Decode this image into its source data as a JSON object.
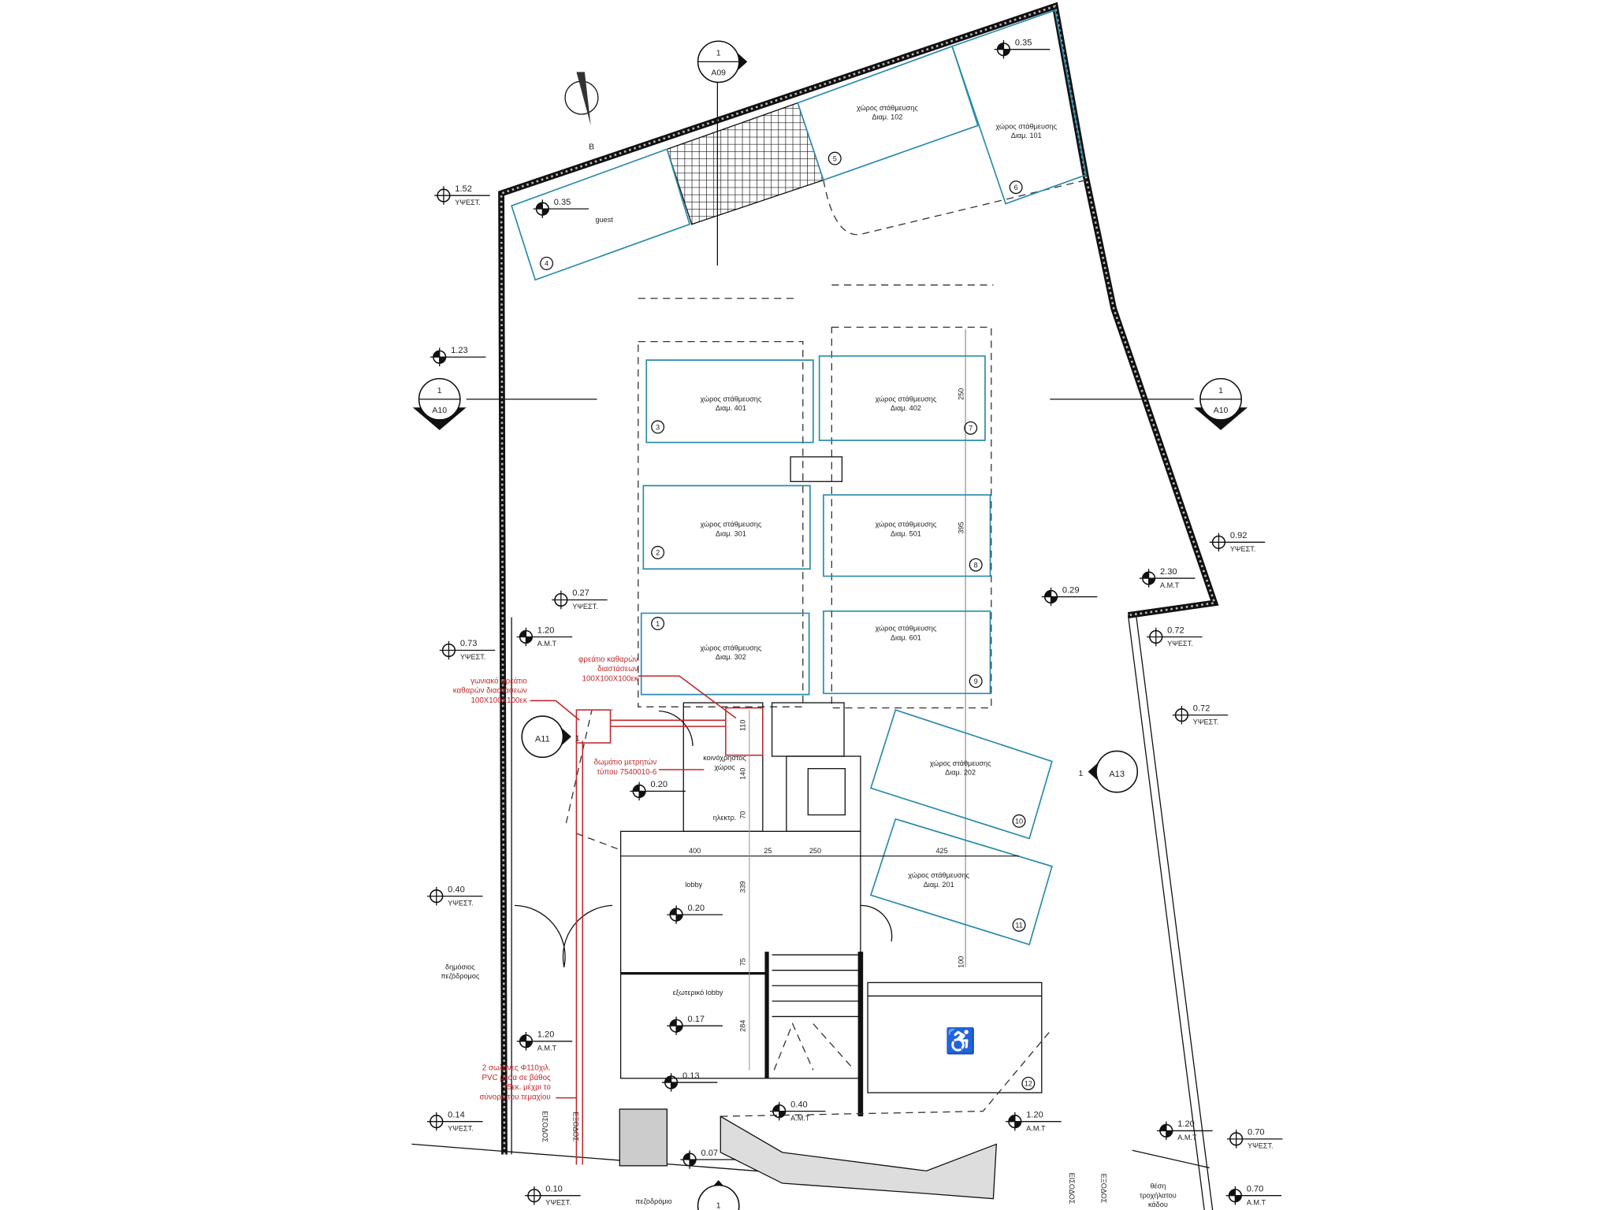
{
  "colors": {
    "parking": "#2b8cab",
    "annotation": "#c0282d",
    "wall": "#111111"
  },
  "compass": {
    "label": "Β"
  },
  "sections": [
    {
      "num": "1",
      "ref": "A09"
    },
    {
      "num": "1",
      "ref": "A10"
    },
    {
      "num": "1",
      "ref": "A10"
    },
    {
      "num": "1",
      "ref": "A11"
    },
    {
      "num": "1",
      "ref": "A13"
    },
    {
      "num": "1",
      "ref": ""
    }
  ],
  "parking": [
    {
      "line1": "guest",
      "line2": "",
      "num": "4"
    },
    {
      "line1": "χώρος στάθμευσης",
      "line2": "Διαμ. 102",
      "num": "5"
    },
    {
      "line1": "χώρος στάθμευσης",
      "line2": "Διαμ. 101",
      "num": "6"
    },
    {
      "line1": "χώρος στάθμευσης",
      "line2": "Διαμ. 401",
      "num": "3"
    },
    {
      "line1": "χώρος στάθμευσης",
      "line2": "Διαμ. 402",
      "num": "7"
    },
    {
      "line1": "χώρος στάθμευσης",
      "line2": "Διαμ. 301",
      "num": "2"
    },
    {
      "line1": "χώρος στάθμευσης",
      "line2": "Διαμ. 501",
      "num": "8"
    },
    {
      "line1": "χώρος στάθμευσης",
      "line2": "Διαμ. 302",
      "num": "1"
    },
    {
      "line1": "χώρος στάθμευσης",
      "line2": "Διαμ. 601",
      "num": "9"
    },
    {
      "line1": "χώρος στάθμευσης",
      "line2": "Διαμ. 202",
      "num": "10"
    },
    {
      "line1": "χώρος στάθμευσης",
      "line2": "Διαμ. 201",
      "num": "11"
    },
    {
      "line1": "",
      "line2": "",
      "num": "12"
    }
  ],
  "levels": [
    {
      "v": "1.52",
      "s": "ΥΨΕΣΤ."
    },
    {
      "v": "0.35",
      "s": ""
    },
    {
      "v": "0.35",
      "s": ""
    },
    {
      "v": "1.23",
      "s": ""
    },
    {
      "v": "0.27",
      "s": "ΥΨΕΣΤ."
    },
    {
      "v": "0.73",
      "s": "ΥΨΕΣΤ."
    },
    {
      "v": "1.20",
      "s": "Α.Μ.Τ"
    },
    {
      "v": "0.20",
      "s": ""
    },
    {
      "v": "0.20",
      "s": ""
    },
    {
      "v": "0.17",
      "s": ""
    },
    {
      "v": "0.13",
      "s": ""
    },
    {
      "v": "0.07",
      "s": ""
    },
    {
      "v": "0.40",
      "s": "ΥΨΕΣΤ."
    },
    {
      "v": "1.20",
      "s": "Α.Μ.Τ"
    },
    {
      "v": "0.14",
      "s": "ΥΨΕΣΤ."
    },
    {
      "v": "0.10",
      "s": "ΥΨΕΣΤ."
    },
    {
      "v": "0.40",
      "s": "Α.Μ.Τ"
    },
    {
      "v": "1.20",
      "s": "Α.Μ.Τ"
    },
    {
      "v": "1.20",
      "s": "Α.Μ.Τ"
    },
    {
      "v": "0.70",
      "s": "ΥΨΕΣΤ."
    },
    {
      "v": "0.70",
      "s": "Α.Μ.Τ"
    },
    {
      "v": "0.92",
      "s": "ΥΨΕΣΤ."
    },
    {
      "v": "2.30",
      "s": "Α.Μ.Τ"
    },
    {
      "v": "0.29",
      "s": ""
    },
    {
      "v": "0.72",
      "s": "ΥΨΕΣΤ."
    },
    {
      "v": "0.72",
      "s": "ΥΨΕΣΤ."
    }
  ],
  "rooms": {
    "lobby": "lobby",
    "outer_lobby": "εξωτερικό lobby",
    "public_walk_1": "δημόσιος",
    "public_walk_2": "πεζόδρομος",
    "sidewalk": "πεζοδρόμιο",
    "common_1": "κοινόχρηστος",
    "common_2": "χώρος",
    "electrical": "ηλεκτρ.",
    "bin_1": "θέση",
    "bin_2": "τροχήλατου",
    "bin_3": "κάδου",
    "entry": "ΕΙΣΟΔΟΣ",
    "exit": "ΕΞΟΔΟΣ"
  },
  "dimensions": [
    "400",
    "25",
    "250",
    "425",
    "339",
    "75",
    "284",
    "110",
    "140",
    "70",
    "100",
    "250",
    "395"
  ],
  "annotations": {
    "manhole": [
      "φρεάτιο καθαρών",
      "διαστάσεων",
      "100X100X100εκ"
    ],
    "corner_manhole": [
      "γωνιακό φρεάτιο",
      "καθαρών διαστάσεων",
      "100X100X100εκ"
    ],
    "meter_room": [
      "δωμάτιο μετρητών",
      "τύπου 7540010-6"
    ],
    "pipes": [
      "2 σωλήνες Φ110χιλ.",
      "PVC μέσα σε βάθος",
      "75εκ. μέχρι το",
      "σύνορο του τεμαχίου"
    ]
  }
}
